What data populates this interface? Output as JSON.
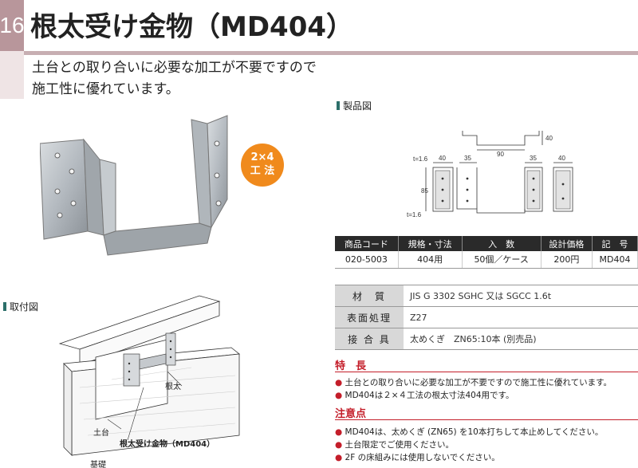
{
  "header": {
    "page_number": "16",
    "title": "根太受け金物（MD404）"
  },
  "intro": {
    "line1": "土台との取り合いに必要な加工が不要ですので",
    "line2": "施工性に優れています。"
  },
  "badge": {
    "line1": "2×4",
    "line2": "工 法"
  },
  "sections": {
    "product_drawing": "製品図",
    "installation": "取付図"
  },
  "drawing_dims": {
    "t1": "t=1.6",
    "w1": "40",
    "w2": "35",
    "w3": "35",
    "w4": "40",
    "inner": "90",
    "height": "85",
    "top_h": "40",
    "t2": "t=1.6"
  },
  "spec_table": {
    "headers": [
      "商品コード",
      "規格・寸法",
      "入　数",
      "設計価格",
      "記　号"
    ],
    "row": [
      "020-5003",
      "404用",
      "50個／ケース",
      "200円",
      "MD404"
    ]
  },
  "properties": [
    {
      "key": "材　質",
      "value": "JIS G 3302  SGHC 又は SGCC  1.6t"
    },
    {
      "key": "表面処理",
      "value": "Z27"
    },
    {
      "key": "接 合 具",
      "value": "太めくぎ　ZN65:10本 (別売品)"
    }
  ],
  "features": {
    "heading": "特　長",
    "items": [
      "土台との取り合いに必要な加工が不要ですので施工性に優れています。",
      "MD404は２×４工法の根太寸法404用です。"
    ]
  },
  "notes": {
    "heading": "注意点",
    "items": [
      "MD404は、太めくぎ (ZN65) を10本打ちして本止めしてください。",
      "土台限定でご使用ください。",
      "2F の床組みには使用しないでください。"
    ]
  },
  "install_labels": {
    "joist": "根太",
    "sill": "土台",
    "hardware": "根太受け金物（MD404）",
    "foundation": "基礎"
  },
  "colors": {
    "accent_red": "#c41e2a",
    "badge_orange": "#f08a1c",
    "page_tab": "#b8969b"
  }
}
